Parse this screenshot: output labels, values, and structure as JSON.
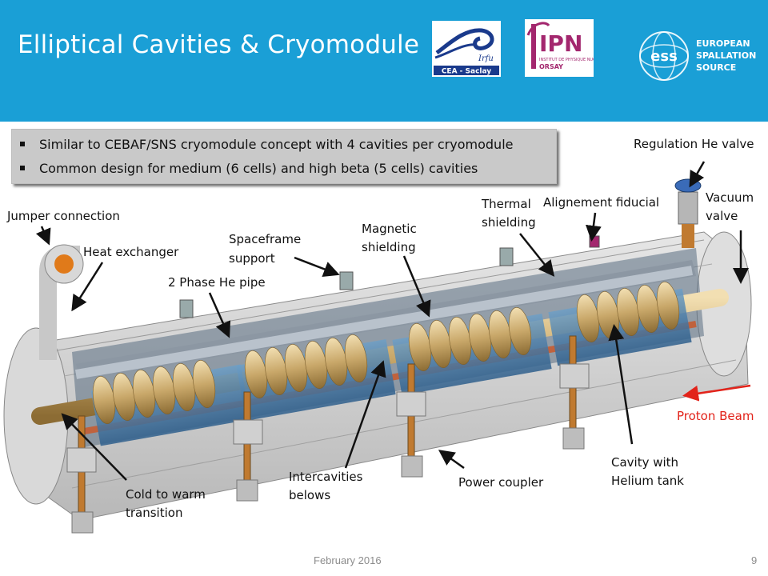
{
  "slide": {
    "title": "Elliptical Cavities & Cryomodule",
    "bullets": [
      "Similar to CEBAF/SNS cryomodule concept with 4 cavities per cryomodule",
      "Common design for medium (6 cells) and high beta (5 cells) cavities"
    ],
    "footer": {
      "date": "February 2016",
      "page": "9"
    }
  },
  "logos": {
    "cea": {
      "text": "CEA - Saclay",
      "mark": "Irfu"
    },
    "ipn": {
      "text": "IPN",
      "sub": "INSTITUT DE PHYSIQUE NUCLÉAIRE",
      "sub2": "ORSAY"
    },
    "ess": {
      "mark": "ess",
      "line1": "EUROPEAN",
      "line2": "SPALLATION",
      "line3": "SOURCE"
    }
  },
  "labels": {
    "jumper": "Jumper connection",
    "heat_exchanger": "Heat exchanger",
    "phase_he_pipe": "2 Phase He pipe",
    "spaceframe_1": "Spaceframe",
    "spaceframe_2": "support",
    "magnetic_1": "Magnetic",
    "magnetic_2": "shielding",
    "thermal_1": "Thermal",
    "thermal_2": "shielding",
    "alignement": "Alignement fiducial",
    "regulation": "Regulation He valve",
    "vacuum_1": "Vacuum",
    "vacuum_2": "valve",
    "proton_beam": "Proton Beam",
    "cavity_1": "Cavity with",
    "cavity_2": "Helium tank",
    "power_coupler": "Power coupler",
    "intercavities_1": "Intercavities",
    "intercavities_2": "belows",
    "cold_warm_1": "Cold to warm",
    "cold_warm_2": "transition"
  },
  "colors": {
    "header": "#1a9fd6",
    "beam_arrow": "#e2231a",
    "gold": "#c9a86a"
  }
}
